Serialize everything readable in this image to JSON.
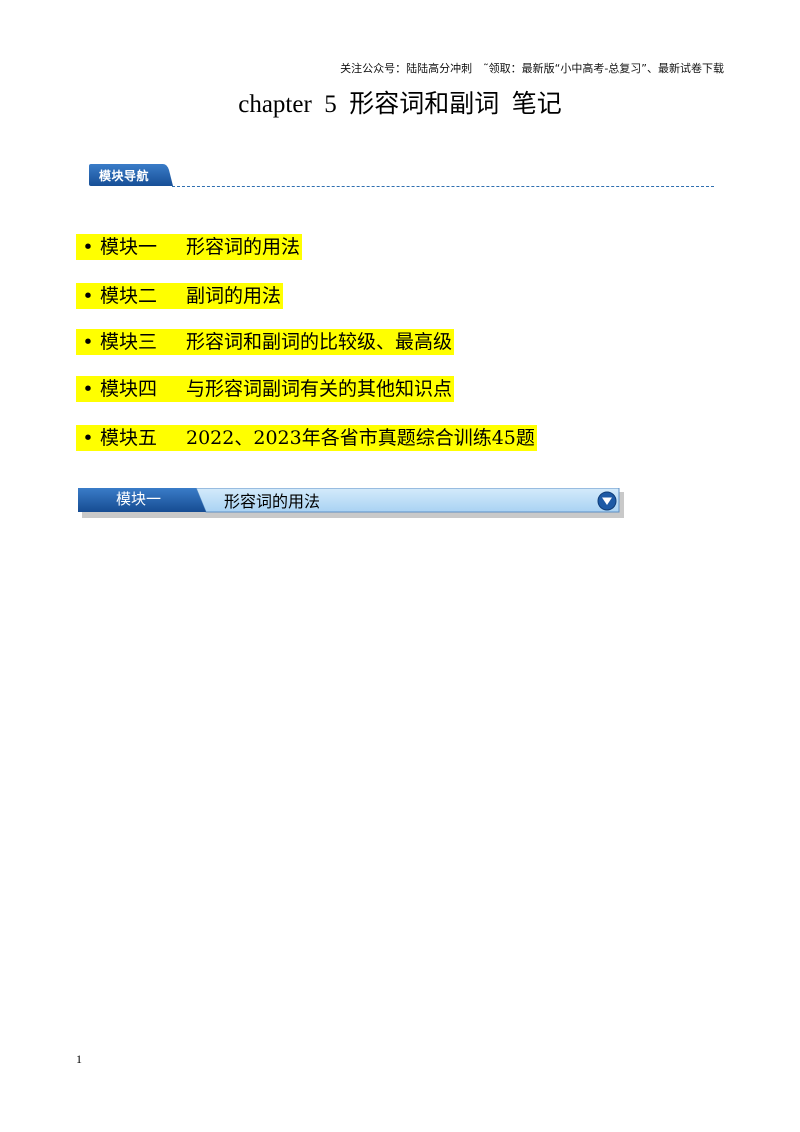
{
  "header": {
    "note": "关注公众号：陆陆高分冲刺　˜领取：最新版“小中高考-总复习”、最新试卷下载"
  },
  "title": "chapter  5  形容词和副词  笔记",
  "nav": {
    "tab_label": "模块导航",
    "items": [
      {
        "bullet": "•",
        "name": "模块一",
        "topic": "形容词的用法"
      },
      {
        "bullet": "•",
        "name": "模块二",
        "topic": "副词的用法"
      },
      {
        "bullet": "•",
        "name": "模块三",
        "topic": "形容词和副词的比较级、最高级"
      },
      {
        "bullet": "•",
        "name": "模块四",
        "topic": "与形容词副词有关的其他知识点"
      },
      {
        "bullet": "•",
        "name": "模块五",
        "topic": "2022、2023年各省市真题综合训练45题"
      }
    ]
  },
  "section": {
    "left_label": "模块一",
    "right_label": "形容词的用法",
    "toggle_icon": "chevron-down-circle-icon"
  },
  "page_number": "1",
  "colors": {
    "highlight": "#ffff00",
    "tab_blue": "#1d5aa6",
    "banner_light": "#b9dcf7",
    "dash": "#2f6fb0"
  }
}
